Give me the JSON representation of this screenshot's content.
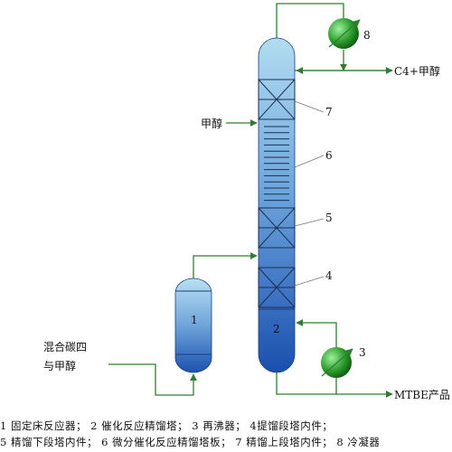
{
  "labels": {
    "top_product": "C4+甲醇",
    "methanol_feed": "甲醇",
    "mixed_feed_line1": "混合碳四",
    "mixed_feed_line2": "与甲醇",
    "bottom_product": "MTBE产品"
  },
  "numbers": {
    "n1": "1",
    "n2": "2",
    "n3": "3",
    "n4": "4",
    "n5": "5",
    "n6": "6",
    "n7": "7",
    "n8": "8"
  },
  "caption": {
    "line1": "1  固定床反应器；  2  催化反应精馏塔；  3  再沸器；  4提馏段塔内件；",
    "line2": "5  精馏下段塔内件；  6  微分催化反应精馏塔板；  7  精馏上段塔内件；  8  冷凝器"
  },
  "colors": {
    "line": "#2f7d32",
    "vessel_top": "#a9d6ee",
    "vessel_bottom": "#1f56b0",
    "exchanger_light": "#7fe07f",
    "exchanger_dark": "#1a7a1a"
  }
}
